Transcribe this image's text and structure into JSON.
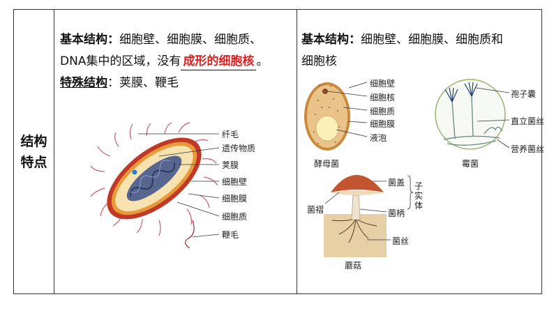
{
  "row_header": {
    "line1": "结构",
    "line2": "特点"
  },
  "bacteria": {
    "line1_label": "基本结构：",
    "line1_text": "细胞壁、细胞膜、细胞质、",
    "line2_prefix": "DNA集中的区域，没有",
    "line2_answer": "成形的细胞核",
    "line2_suffix": "。",
    "line3_label": "特殊结构",
    "line3_text": "：荚膜、鞭毛",
    "labels": [
      "纤毛",
      "遗传物质",
      "荚膜",
      "细胞壁",
      "细胞膜",
      "细胞质",
      "鞭毛"
    ]
  },
  "fungi": {
    "line1_label": "基本结构：",
    "line1_text": "细胞壁、细胞膜、细胞质和",
    "line2_text": "细胞核",
    "yeast_labels": [
      "细胞壁",
      "细胞核",
      "细胞质",
      "细胞膜",
      "液泡"
    ],
    "yeast_name": "酵母菌",
    "mold_labels": [
      "孢子囊",
      "直立菌丝",
      "营养菌丝"
    ],
    "mold_name": "霉菌",
    "mushroom_labels": {
      "cap": "菌盖",
      "stalk": "菌柄",
      "gills": "菌褶",
      "hyphae": "菌丝",
      "fruit_body": "子实体"
    },
    "mushroom_name": "蘑菇"
  },
  "colors": {
    "answer": "#e02020",
    "border": "#333333"
  }
}
